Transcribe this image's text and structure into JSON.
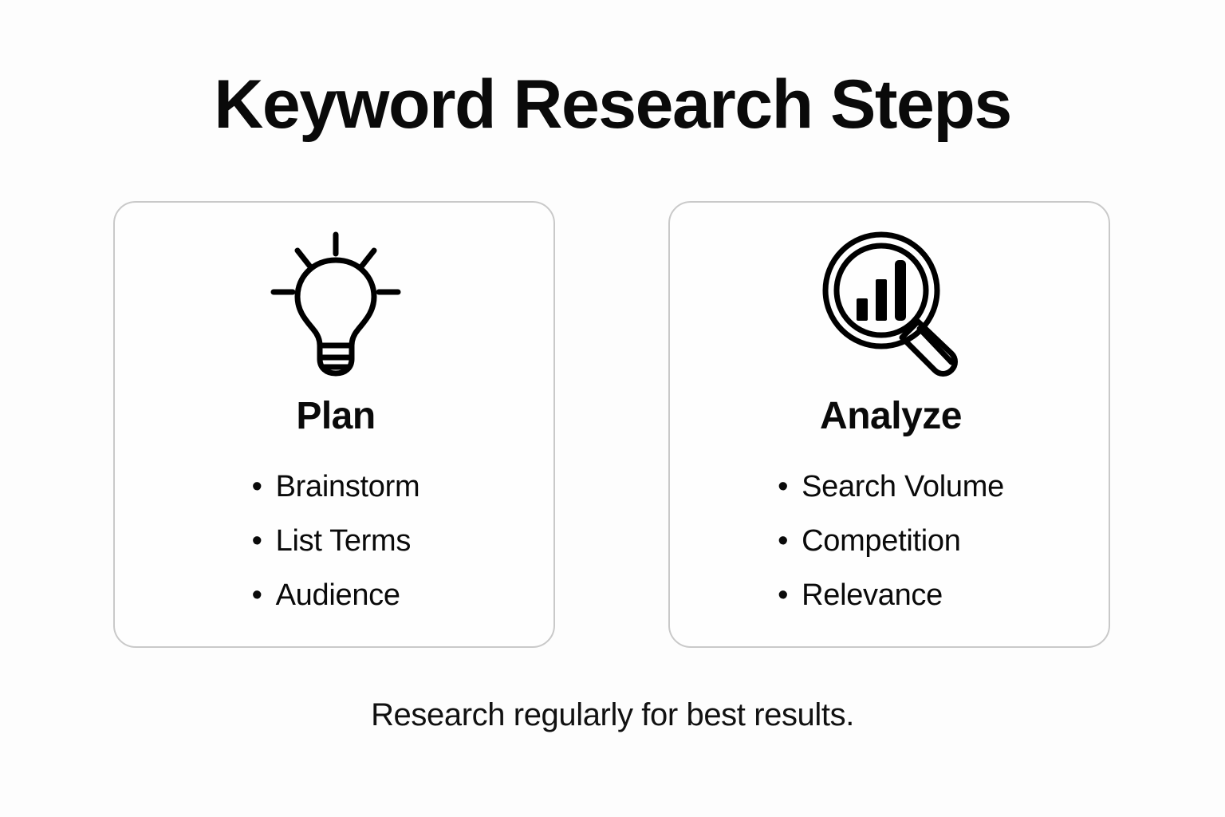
{
  "page": {
    "title": "Keyword Research Steps",
    "background_color": "#fdfdfd",
    "text_color": "#0a0a0a"
  },
  "cards": [
    {
      "id": "plan",
      "icon": "lightbulb-icon",
      "heading": "Plan",
      "border_color": "#c9c9c9",
      "items": [
        {
          "bullet": "•",
          "label": "Brainstorm"
        },
        {
          "bullet": "•",
          "label": "List Terms"
        },
        {
          "bullet": "•",
          "label": "Audience"
        }
      ]
    },
    {
      "id": "analyze",
      "icon": "magnifier-bar-chart-icon",
      "heading": "Analyze",
      "border_color": "#c9c9c9",
      "items": [
        {
          "bullet": "•",
          "label": "Search Volume"
        },
        {
          "bullet": "•",
          "label": "Competition"
        },
        {
          "bullet": "•",
          "label": "Relevance"
        }
      ]
    }
  ],
  "connector": {
    "icon": "arrow-right-icon",
    "color": "#000000"
  },
  "footer": {
    "caption": "Research regularly for best results."
  }
}
